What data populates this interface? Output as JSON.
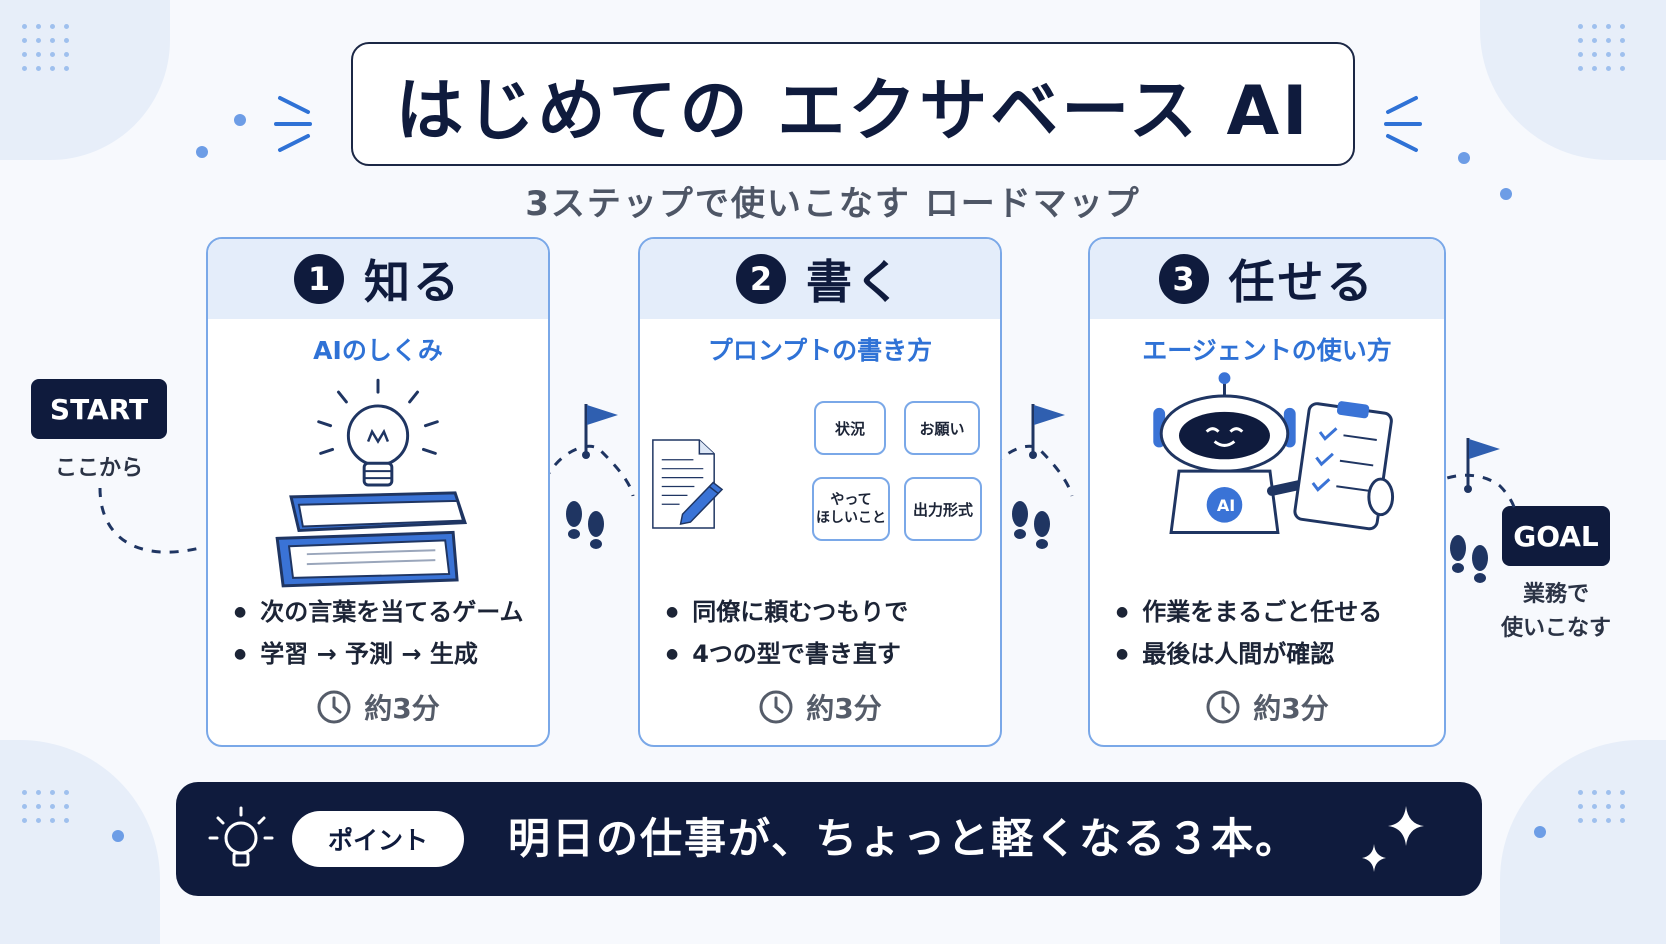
{
  "title": "はじめての エクサベース AI",
  "subtitle": "3ステップで使いこなす ロードマップ",
  "start": {
    "label": "START",
    "caption": "ここから"
  },
  "goal": {
    "label": "GOAL",
    "caption_line1": "業務で",
    "caption_line2": "使いこなす"
  },
  "steps": [
    {
      "number": "1",
      "title": "知る",
      "subtitle": "AIのしくみ",
      "bullets": [
        "次の言葉を当てるゲーム",
        "学習 → 予測 → 生成"
      ],
      "time": "約3分",
      "illustration": "lightbulb-on-books-icon"
    },
    {
      "number": "2",
      "title": "書く",
      "subtitle": "プロンプトの書き方",
      "bullets": [
        "同僚に頼むつもりで",
        "4つの型で書き直す"
      ],
      "time": "約3分",
      "illustration": "document-pencil-icon",
      "prompt_tags": [
        "状況",
        "お願い",
        "やって\nほしいこと",
        "出力形式"
      ]
    },
    {
      "number": "3",
      "title": "任せる",
      "subtitle": "エージェントの使い方",
      "bullets": [
        "作業をまるごと任せる",
        "最後は人間が確認"
      ],
      "time": "約3分",
      "illustration": "robot-with-checklist-icon",
      "robot_badge": "AI"
    }
  ],
  "point": {
    "label": "ポイント",
    "text": "明日の仕事が、ちょっと軽くなる３本。"
  },
  "colors": {
    "navy": "#0f1b3d",
    "accent": "#2f72d6",
    "card_border": "#7aa8e8",
    "card_head": "#e4edfa"
  }
}
